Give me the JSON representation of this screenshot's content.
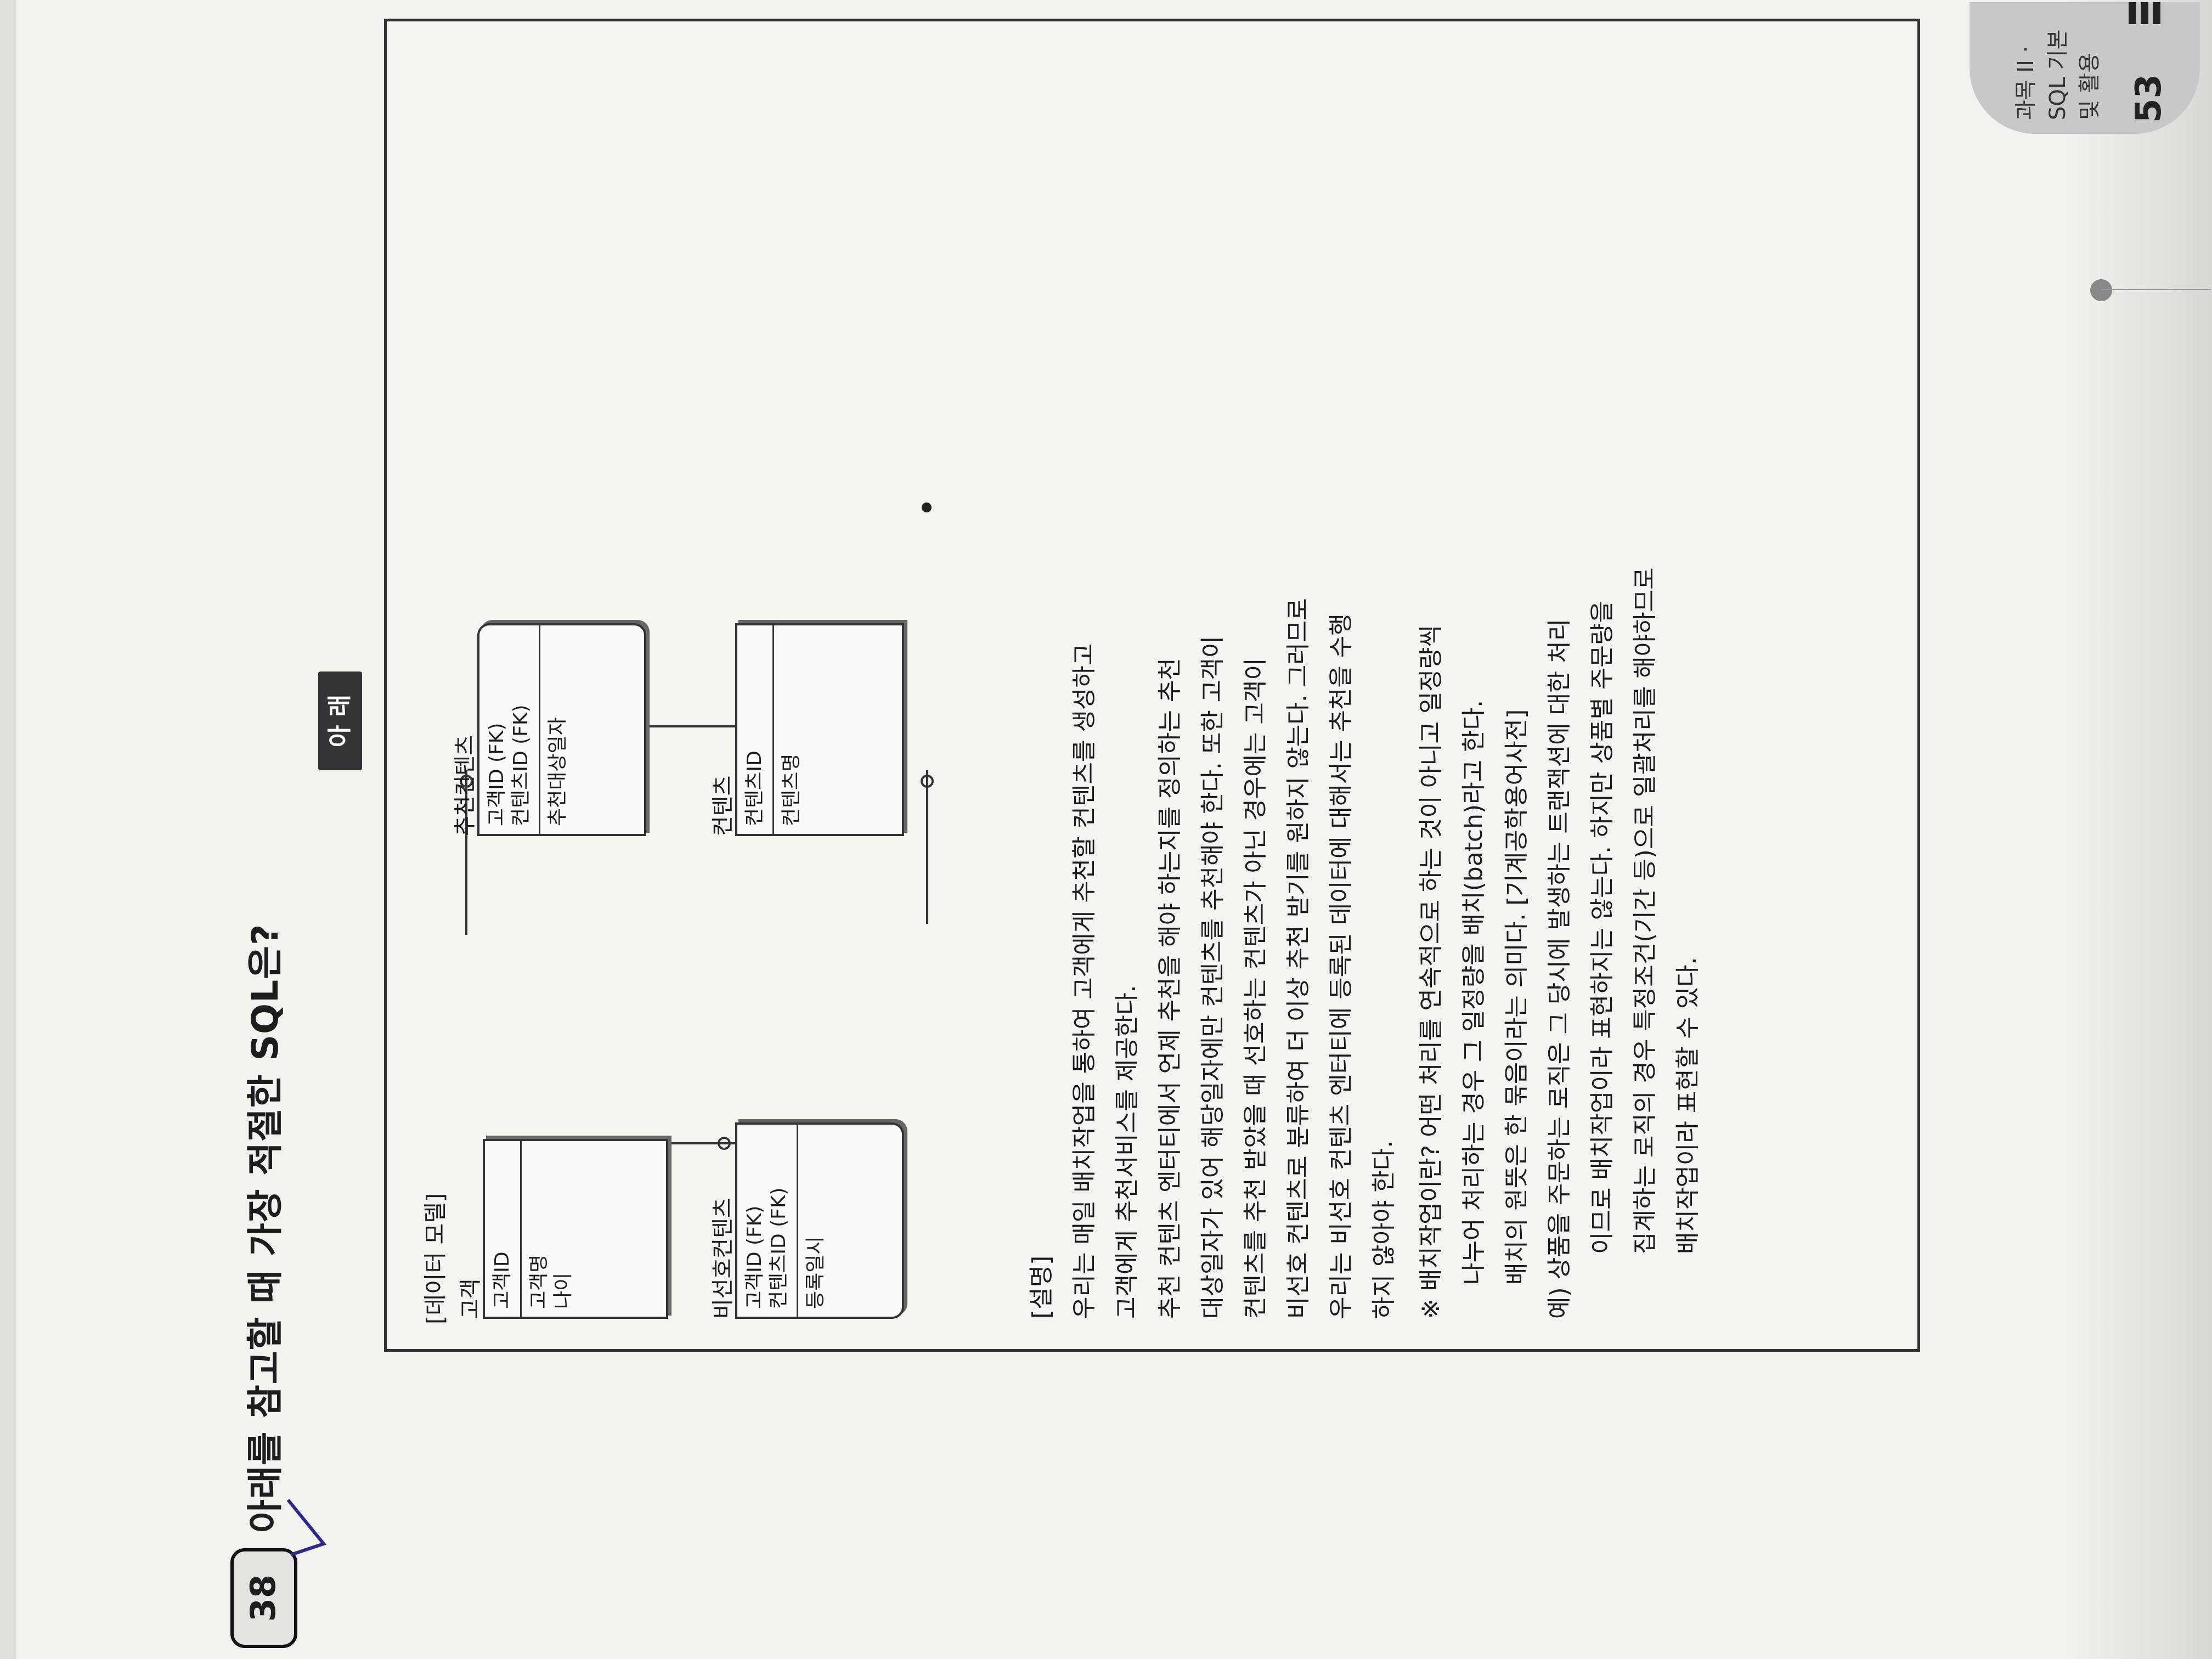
{
  "question": {
    "number": "38",
    "title": "아래를 참고할 때 가장 적절한 SQL은?",
    "box_label": "아 래"
  },
  "side_tab": {
    "text": "과목 II · SQL 기본 및 활용"
  },
  "page_number": "53",
  "data_model": {
    "label": "[데이터 모델]",
    "entities": [
      {
        "name": "고객",
        "keys": [
          "고객ID"
        ],
        "attributes": [
          "고객명",
          "나이"
        ]
      },
      {
        "name": "추천컨텐츠",
        "keys": [
          "고객ID (FK)",
          "컨텐츠ID (FK)"
        ],
        "attributes": [
          "추천대상일자"
        ]
      },
      {
        "name": "비선호컨텐츠",
        "keys": [
          "고객ID (FK)",
          "컨텐츠ID (FK)"
        ],
        "attributes": [
          "등록일시"
        ]
      },
      {
        "name": "컨텐츠",
        "keys": [
          "컨텐츠ID"
        ],
        "attributes": [
          "컨텐츠명"
        ]
      }
    ]
  },
  "explanation": {
    "label": "[설명]",
    "lines": [
      "우리는 매일 배치작업을 통하여 고객에게 추천할 컨텐츠를 생성하고",
      "고객에게 추천서비스를 제공한다.",
      "추천 컨텐츠 엔터티에서 언제 추천을 해야 하는지를 정의하는 추천",
      "대상일자가 있어 해당일자에만 컨텐츠를 추천해야 한다. 또한 고객이",
      "컨텐츠를 추천 받았을 때 선호하는 컨텐츠가 아닌 경우에는 고객이",
      "비선호 컨텐츠로 분류하여 더 이상 추천 받기를 원하지 않는다. 그러므로",
      "우리는 비선호 컨텐츠 엔터티에 등록된 데이터에 대해서는 추천을 수행",
      "하지 않아야 한다."
    ]
  },
  "note": {
    "lines": [
      "※ 배치작업이란? 어떤 처리를 연속적으로 하는 것이 아니고 일정량씩",
      "나누어 처리하는 경우 그 일정량을 배치(batch)라고 한다.",
      "배치의 원뜻은 한 묶음이라는 의미다. [기계공학용어사전]",
      "예) 상품을 주문하는 로직은 그 당시에 발생하는 트랜잭션에 대한 처리",
      "이므로 배치작업이라 표현하지는 않는다. 하지만 상품별 주문량을",
      "집계하는 로직의 경우 특정조건(기간 등)으로 일괄처리를 해야하므로",
      "배치작업이라 표현할 수 있다."
    ]
  }
}
